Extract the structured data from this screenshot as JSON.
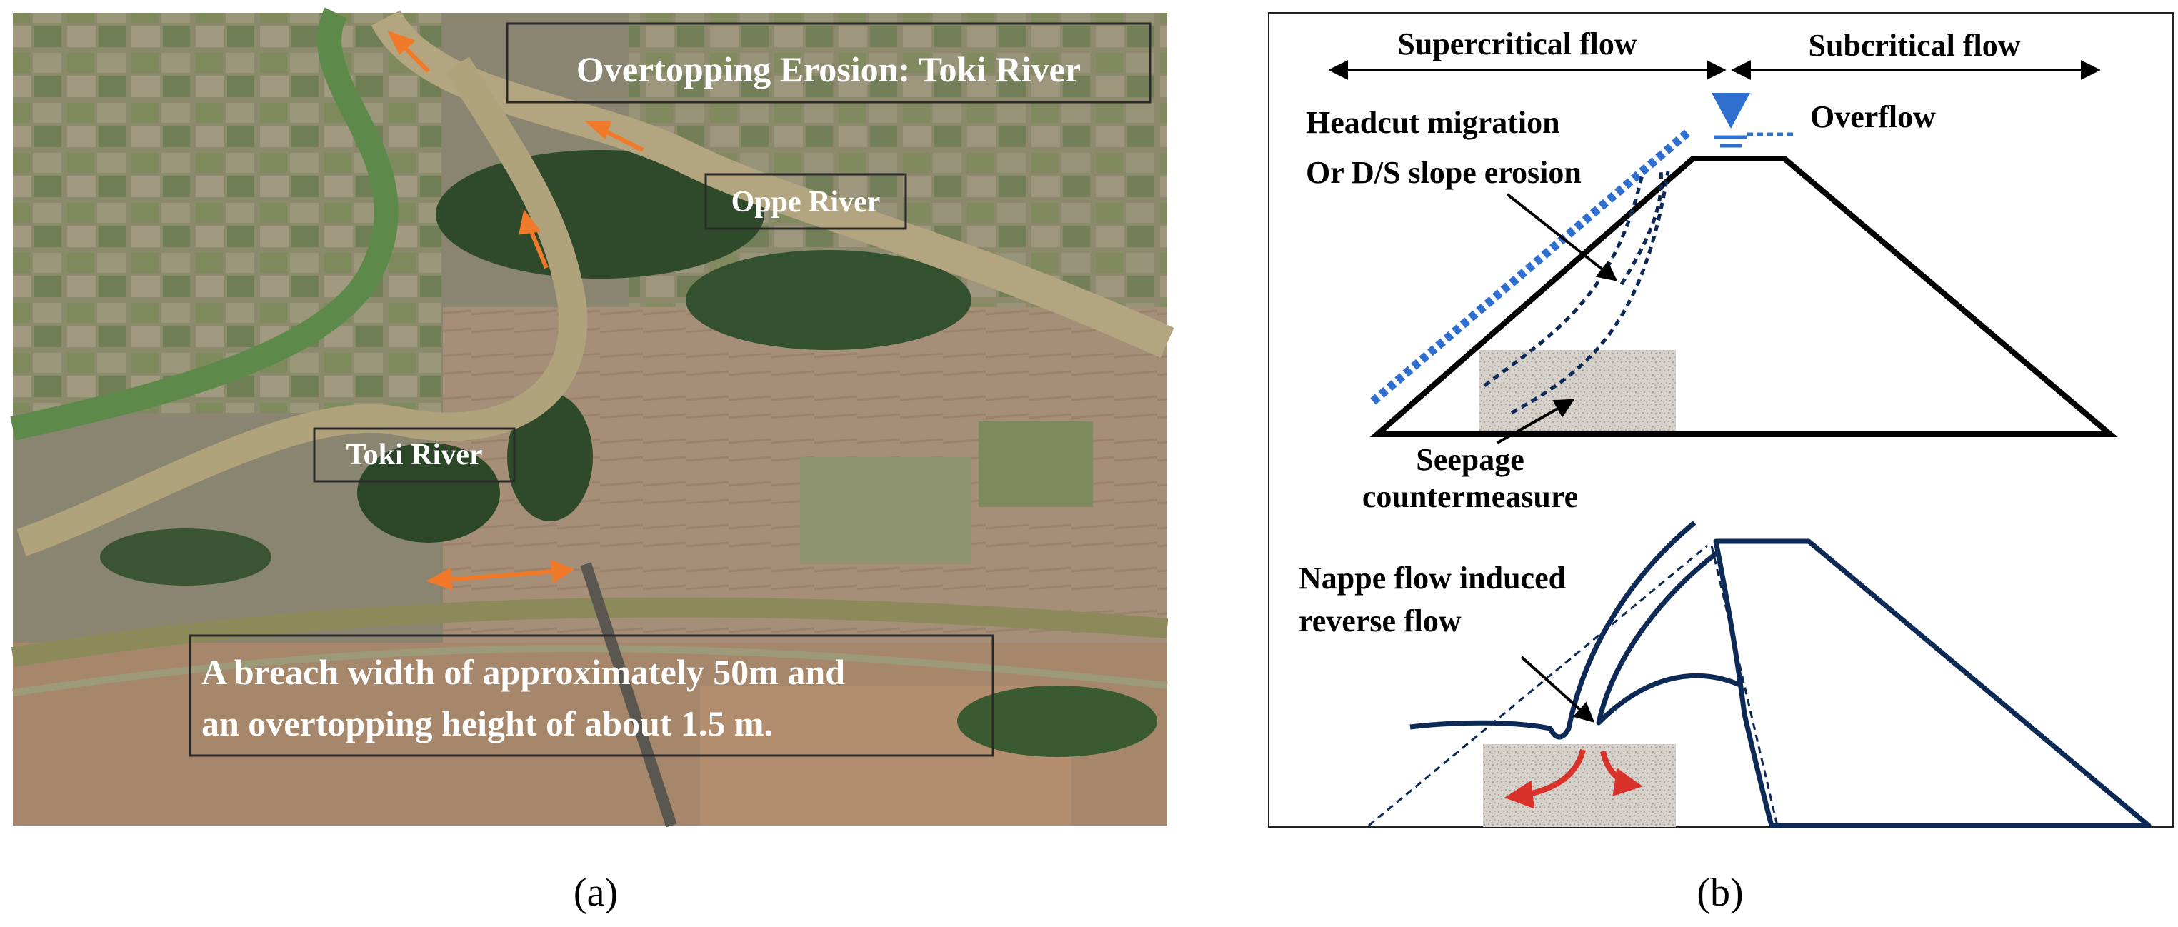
{
  "panel_a": {
    "photo_alt": "Aerial photograph of the overtopping breach on the Toki River",
    "title_label": "Overtopping Erosion: Toki River",
    "oppe_label": "Oppe River",
    "toki_label": "Toki River",
    "breach_line_1": "A breach width of approximately 50m and",
    "breach_line_2": "an overtopping height of about 1.5 m.",
    "caption": "(a)"
  },
  "panel_b": {
    "supercritical_label": "Supercritical flow",
    "subcritical_label": "Subcritical flow",
    "overflow_label": "Overflow",
    "headcut_line_1": "Headcut migration",
    "headcut_line_2": "Or D/S slope erosion",
    "seepage_line_1": "Seepage",
    "seepage_line_2": "countermeasure",
    "nappe_line_1": "Nappe flow induced",
    "nappe_line_2": "reverse flow",
    "caption": "(b)"
  },
  "colors": {
    "water_blue": "#2f6fd0",
    "levee_navy": "#0d2a57",
    "arrow_orange": "#f07a2a",
    "reverse_flow_red": "#d8322a",
    "gravel_fill": "#cfcac3"
  }
}
